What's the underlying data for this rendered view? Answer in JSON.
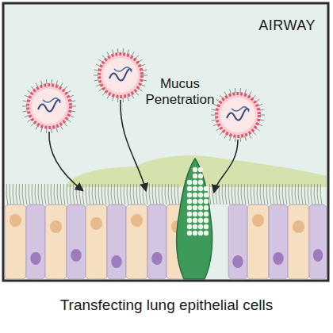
{
  "diagram": {
    "caption": "Transfecting lung epithelial cells",
    "labels": [
      "AIRWAY",
      "Mucus Penetration"
    ]
  }
}
